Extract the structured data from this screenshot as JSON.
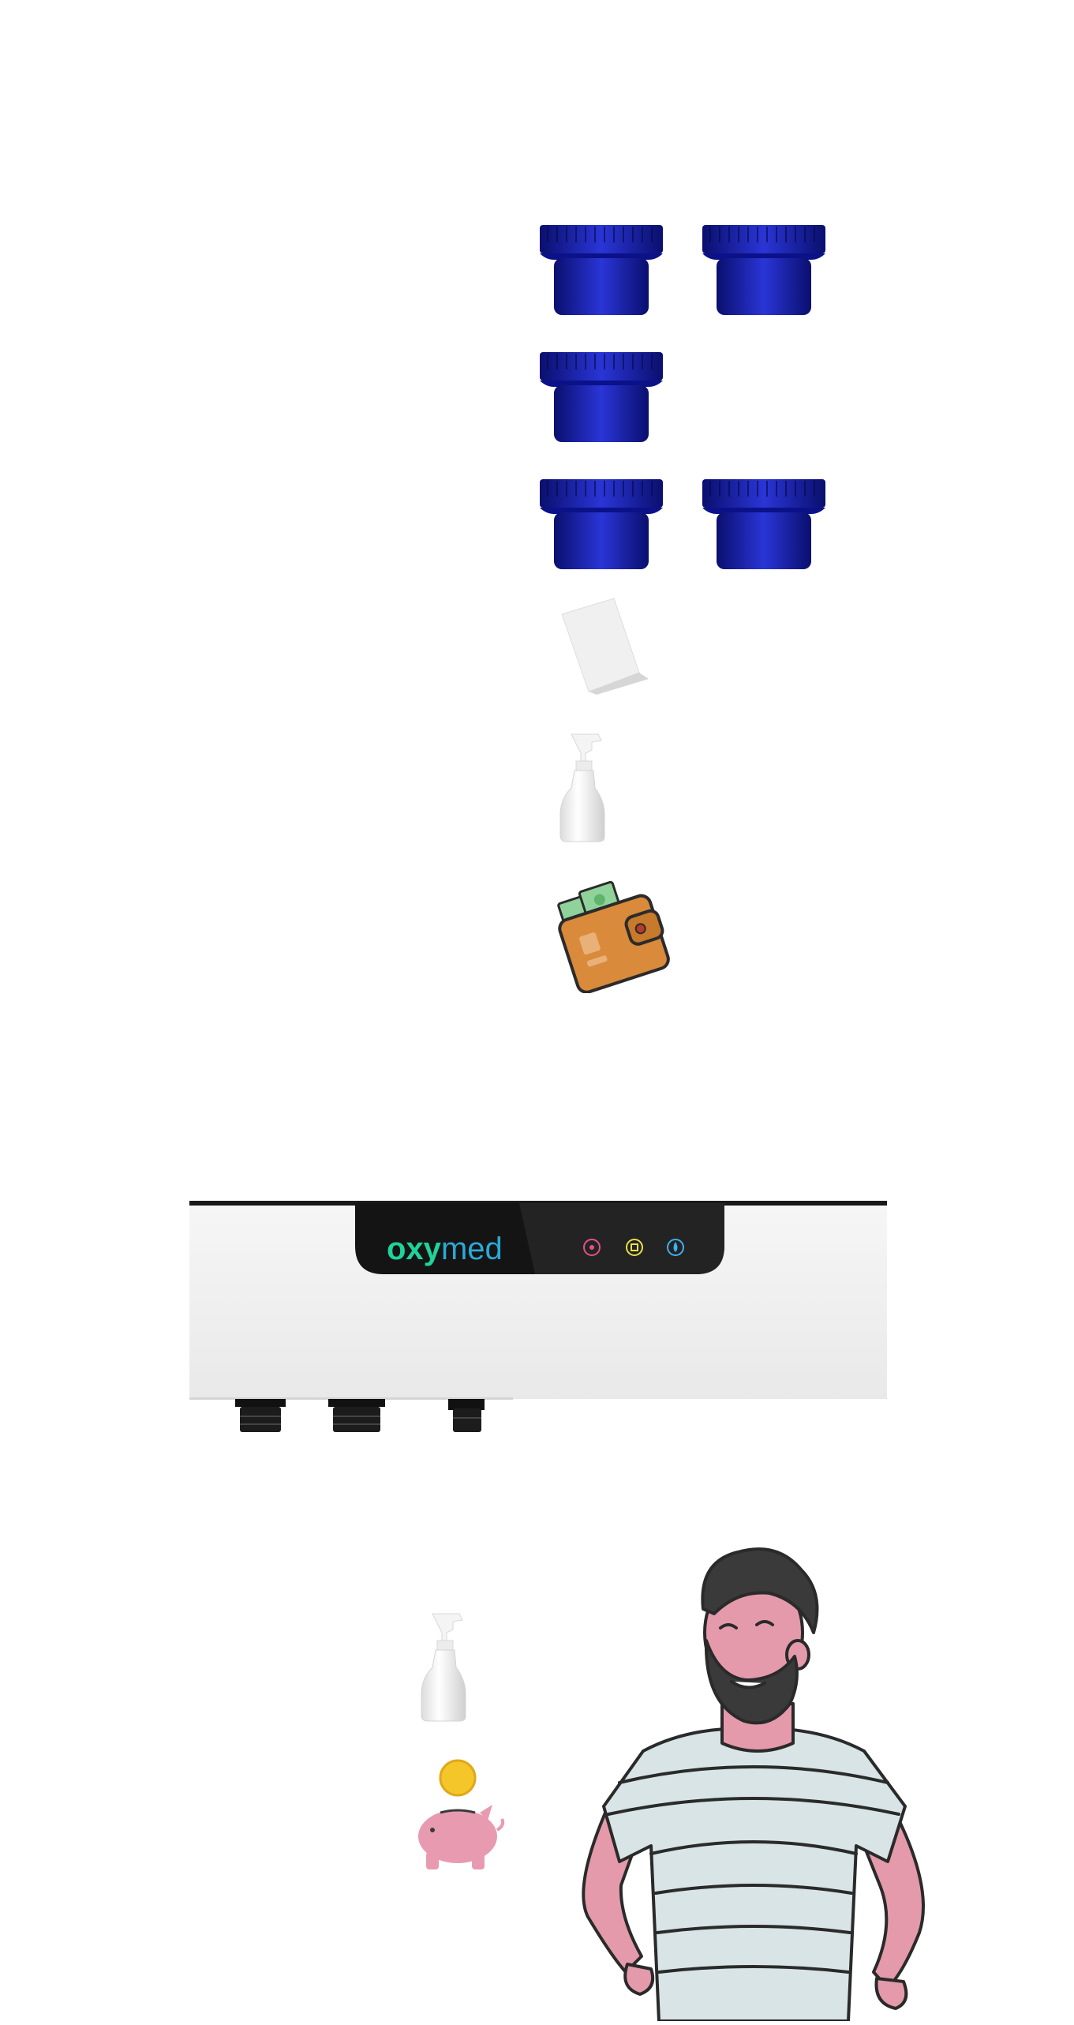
{
  "product": {
    "brand": {
      "part1": "oxy",
      "part2": "med"
    },
    "indicators": [
      {
        "name": "power-indicator-icon",
        "color": "#e4518a"
      },
      {
        "name": "filter-indicator-icon",
        "color": "#e8e04a"
      },
      {
        "name": "water-indicator-icon",
        "color": "#3fb0ee"
      }
    ],
    "colors": {
      "filter_cap": "#1a22a8",
      "panel": "#141414",
      "body": "#eeeeee",
      "wallet": "#d98a3a",
      "piggy": "#e89bb0",
      "coin": "#f5c62a",
      "shirt": "#d8e4e6",
      "skin": "#e49aab"
    }
  },
  "icons": [
    "filter-cartridge-icon",
    "manual-card-icon",
    "spray-bottle-icon",
    "wallet-icon",
    "piggy-bank-icon",
    "bearded-man-illustration"
  ]
}
